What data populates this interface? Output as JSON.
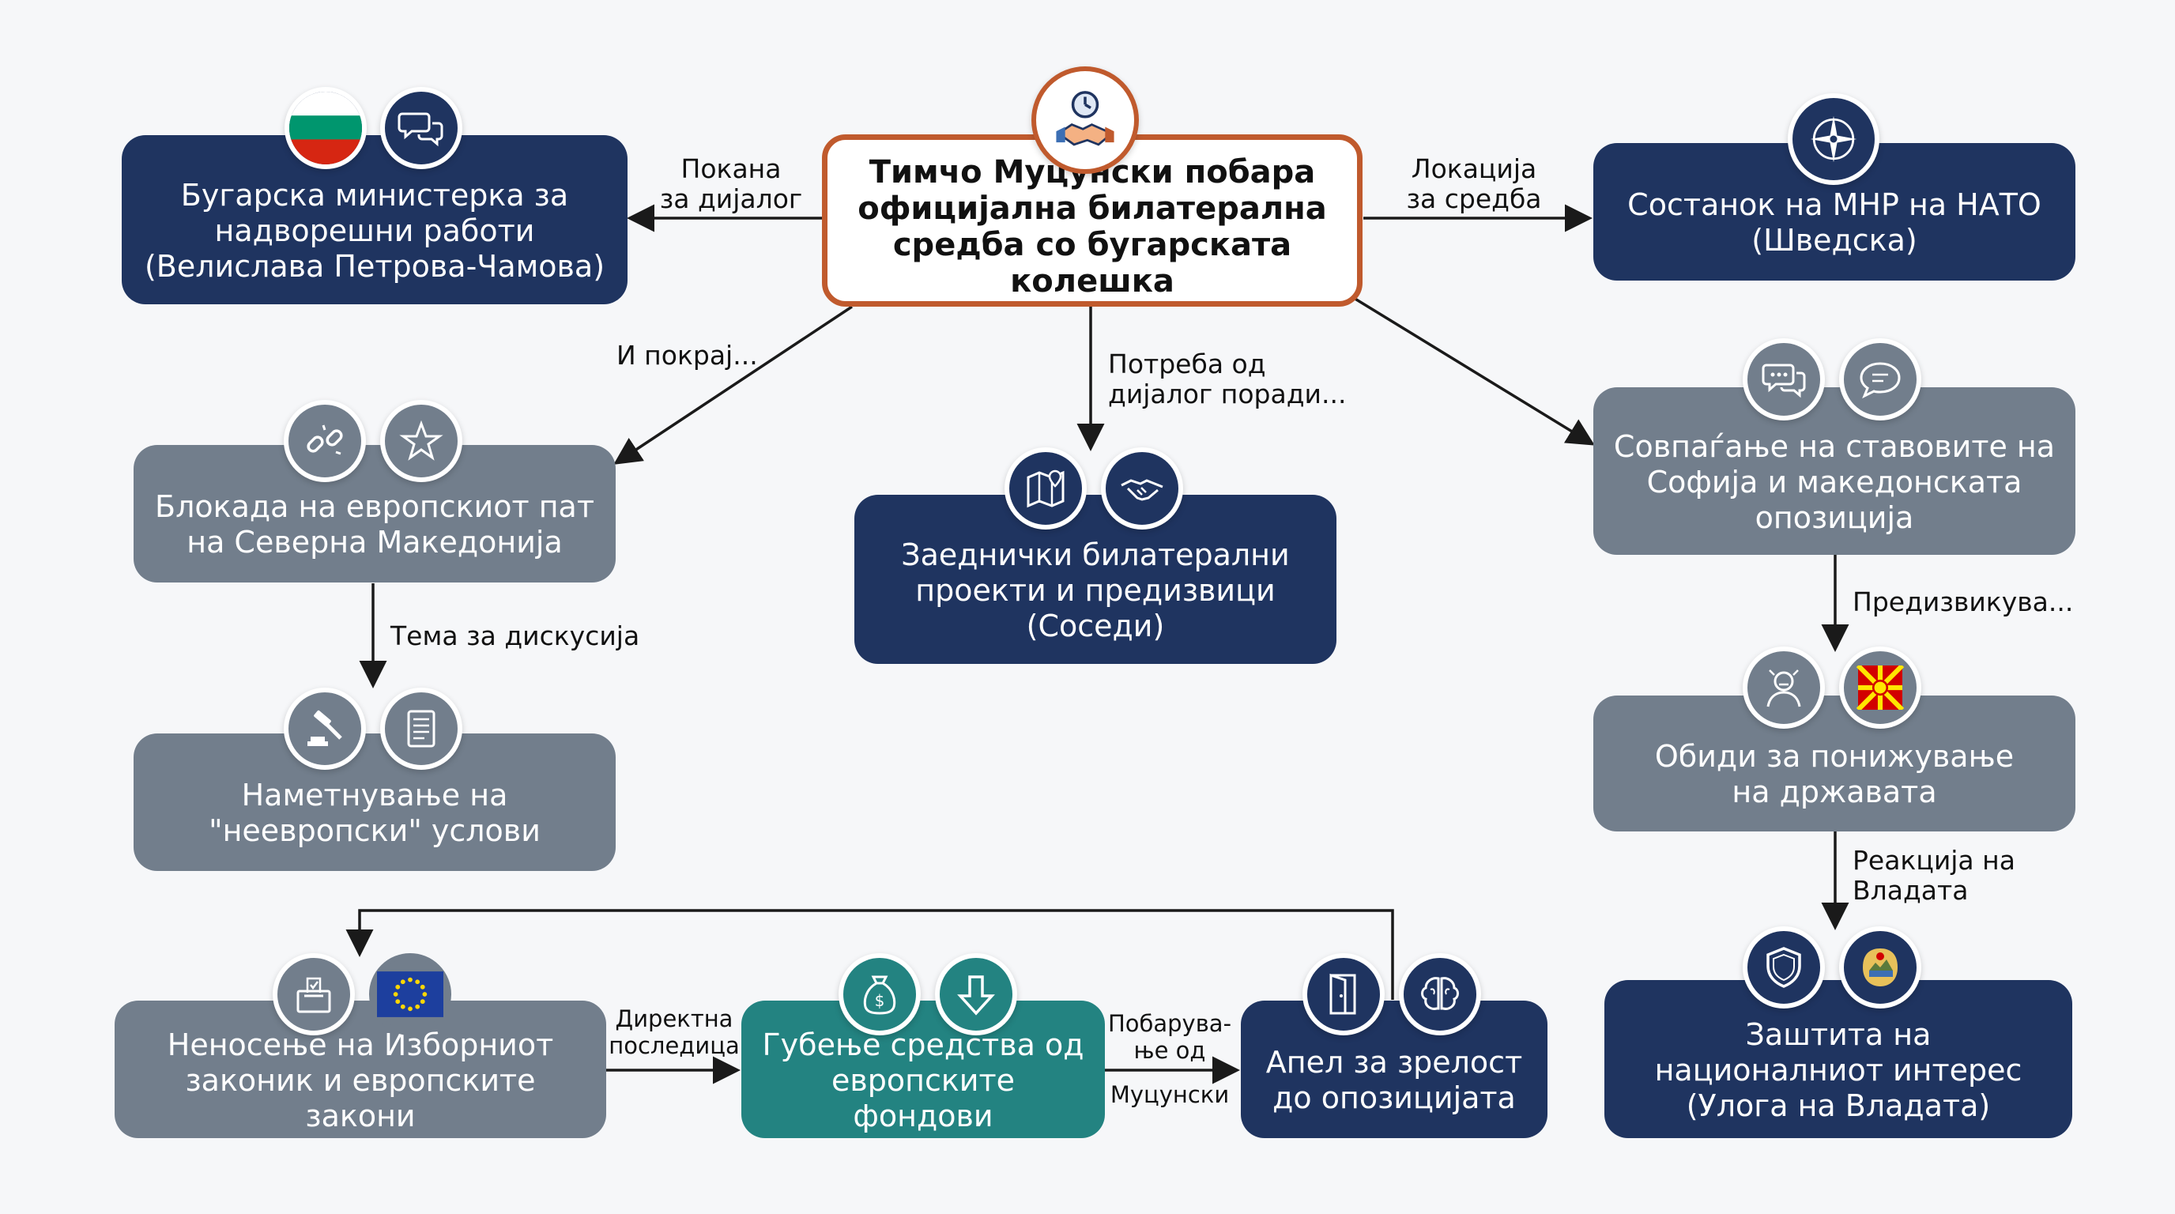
{
  "nodes": {
    "center": "Тимчо Муцунски побара\nофицијална билатерална\nсредба со бугарската колешка",
    "bg_minister": "Бугарска министерка за\nнадворешни работи\n(Велислава Петрова-Чамова)",
    "nato": "Состанок на МНР на НАТО\n(Шведска)",
    "blockade": "Блокада на европскиот пат\nна Северна Македонија",
    "conditions": "Наметнување на\n\"неевропски\" услови",
    "projects": "Заеднички билатерални\nпроекти и предизвици\n(Соседи)",
    "alignment": "Совпаѓање на ставовите на\nСофија и македонската\nопозиција",
    "humiliation": "Обиди за понижување\nна државата",
    "protection": "Заштита на\nнационалниот интерес\n(Улога на Владата)",
    "electoral": "Неносење на Изборниот\nзаконик и европските закони",
    "funds": "Губење средства од\nевропските фондови",
    "appeal": "Апел за зрелост\nдо опозицијата"
  },
  "edge_labels": {
    "invitation": "Покана\nза дијалог",
    "location": "Локација\nза средба",
    "besides": "И покрај...",
    "need_dialogue": "Потреба од\nдијалог поради...",
    "topic": "Тема за дискусија",
    "challenges": "Предизвикува...",
    "gov_reaction": "Реакција на\nВладата",
    "direct": "Директна\nпоследица",
    "demands": "Побарува-\nње од",
    "mucunski": "Муцунски"
  },
  "icons": [
    "handshake-clock-icon",
    "bulgaria-flag-icon",
    "chat-bubbles-icon",
    "nato-compass-icon",
    "broken-chain-icon",
    "star-icon",
    "gavel-icon",
    "document-scroll-icon",
    "map-pin-icon",
    "handshake-icon",
    "speech-bubble-icon",
    "message-bubble-icon",
    "person-frustrated-icon",
    "north-macedonia-flag-icon",
    "shield-icon",
    "macedonia-emblem-icon",
    "ballot-box-icon",
    "eu-flag-icon",
    "money-bag-icon",
    "down-arrow-icon",
    "door-exit-icon",
    "brain-icon"
  ],
  "colors": {
    "navy": "#1f3460",
    "grey": "#727e8c",
    "teal": "#238381",
    "accent": "#c05a2d"
  }
}
